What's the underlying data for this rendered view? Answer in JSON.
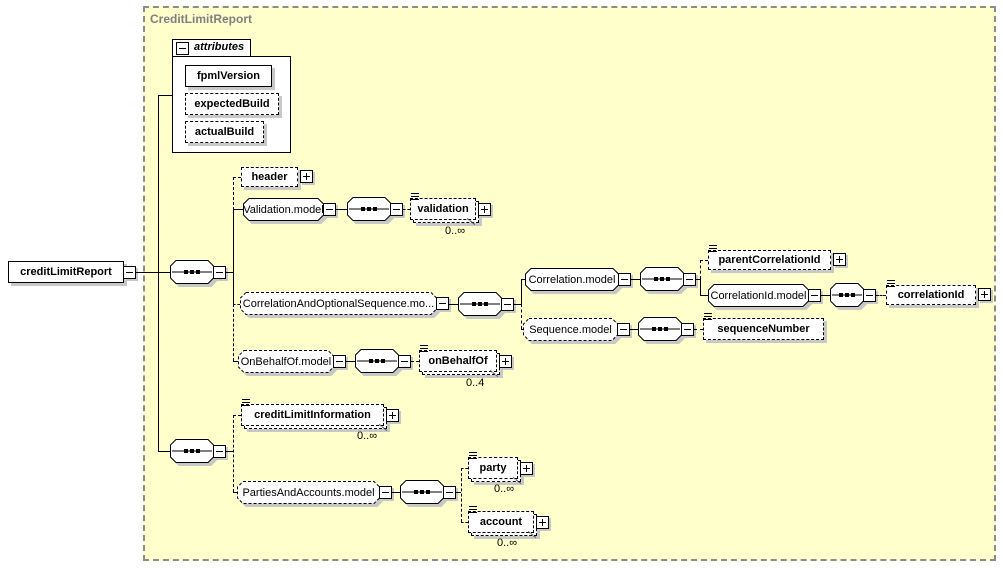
{
  "diagram": {
    "title": "CreditLimitReport"
  },
  "nodes": {
    "creditLimitReport": {
      "label": "creditLimitReport"
    },
    "attributes": {
      "label": "attributes",
      "items": [
        {
          "label": "fpmlVersion"
        },
        {
          "label": "expectedBuild"
        },
        {
          "label": "actualBuild"
        }
      ]
    },
    "header": {
      "label": "header"
    },
    "validationModel": {
      "label": "Validation.model"
    },
    "validation": {
      "label": "validation",
      "occurs": "0..∞"
    },
    "correlationAndOptionalSequenceModel": {
      "label": "CorrelationAndOptionalSequence.mo..."
    },
    "correlationModel": {
      "label": "Correlation.model"
    },
    "parentCorrelationId": {
      "label": "parentCorrelationId"
    },
    "correlationIdModel": {
      "label": "CorrelationId.model"
    },
    "correlationId": {
      "label": "correlationId"
    },
    "sequenceModel": {
      "label": "Sequence.model"
    },
    "sequenceNumber": {
      "label": "sequenceNumber"
    },
    "onBehalfOfModel": {
      "label": "OnBehalfOf.model"
    },
    "onBehalfOf": {
      "label": "onBehalfOf",
      "occurs": "0..4"
    },
    "creditLimitInformation": {
      "label": "creditLimitInformation",
      "occurs": "0..∞"
    },
    "partiesAndAccountsModel": {
      "label": "PartiesAndAccounts.model"
    },
    "party": {
      "label": "party",
      "occurs": "0..∞"
    },
    "account": {
      "label": "account",
      "occurs": "0..∞"
    }
  },
  "colors": {
    "canvas_fill": "#FFFFCC",
    "canvas_border": "#8C8C8C",
    "node_border": "#000000",
    "shadow": "#C8C8C8",
    "title_text": "#808080"
  }
}
